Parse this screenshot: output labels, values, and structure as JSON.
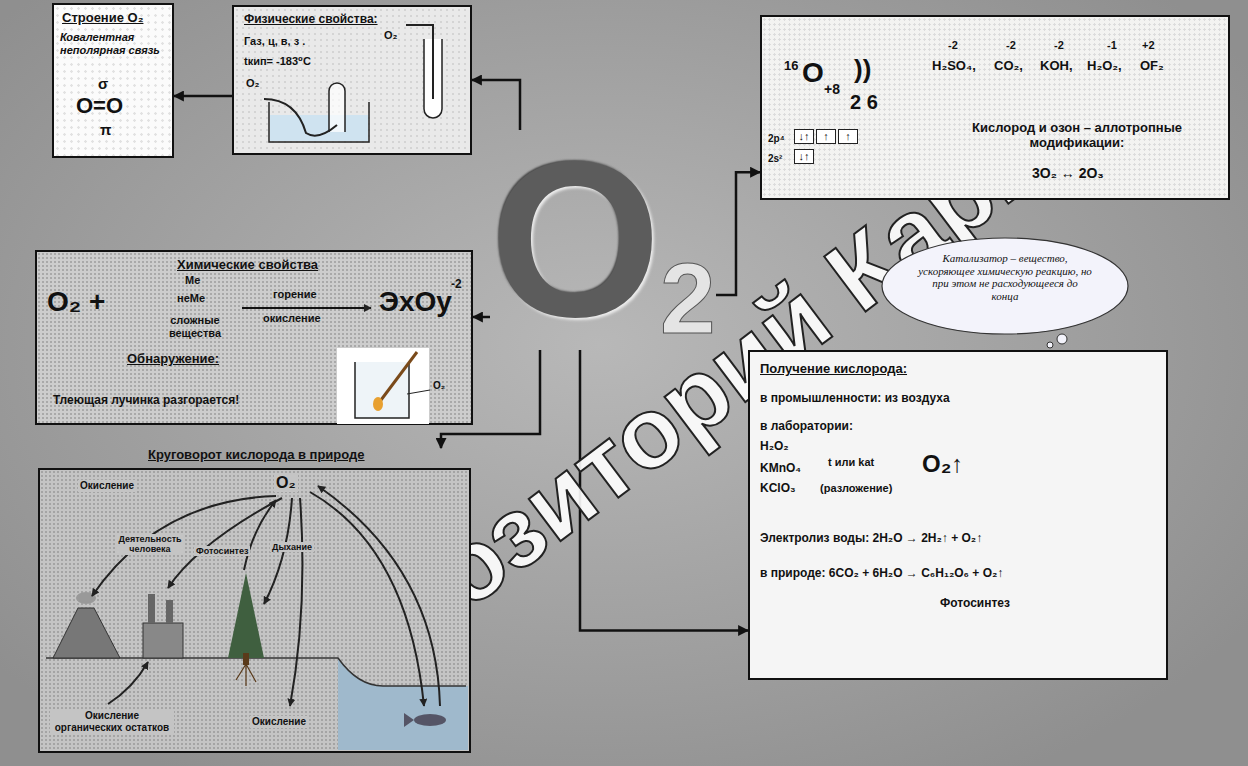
{
  "diagram": {
    "nodes": [
      {
        "text": [
          "O",
          "2"
        ]
      },
      {
        "text": [
          "Строение O₂",
          "Ковалентная неполярная связь",
          "σ",
          "O=O",
          "π"
        ]
      },
      {
        "text": [
          "Физические свойства:",
          "Газ, ц, в, з .",
          "O₂",
          "tкип= -183⁰C",
          "O₂"
        ]
      },
      {
        "text": [
          "16",
          "O",
          "+8",
          "))",
          "2 6",
          "2p⁴",
          "↓↑",
          "↑",
          "↑",
          "2s²",
          "↓↑",
          "-2",
          "H₂SO₄,",
          "-2",
          "CO₂,",
          "-2",
          "KOH,",
          "-1",
          "H₂O₂,",
          "+2",
          "OF₂",
          "Кислород и озон – аллотропные модификации:",
          "3O₂ ↔ 2O₃"
        ]
      },
      {
        "text": [
          "Химические свойства",
          "O₂ +",
          "Me",
          "неMe",
          "сложные вещества",
          "горение",
          "окисление",
          "ЭxOy",
          "-2",
          "Обнаружение:",
          "Тлеющая лучинка разгорается!",
          "O₂"
        ]
      },
      {
        "text": [
          "Круговорот кислорода в природе",
          "Окисление",
          "Деятельность человека",
          "Фотосинтез",
          "Дыхание",
          "O₂",
          "Окисление органических остатков",
          "Окисление"
        ]
      },
      {
        "text": [
          "Катализатор – вещество, ускоряющее химическую реакцию, но при этом не расходующееся до конца"
        ]
      },
      {
        "text": [
          "Получение кислорода:",
          "в промышленности: из воздуха",
          "в лаборатории:",
          "H₂O₂",
          "KMnO₄",
          "KClO₃",
          "t или kat",
          "(разложение)",
          "O₂↑",
          "Электролиз воды: 2H₂O → 2H₂↑ + O₂↑",
          "в природе: 6CO₂ + 6H₂O → C₆H₁₂O₆ + O₂↑",
          "Фотосинтез"
        ]
      }
    ],
    "edges": [
      {
        "from": 0,
        "to": 2,
        "arrow": "to"
      },
      {
        "from": 2,
        "to": 1,
        "arrow": "to"
      },
      {
        "from": 0,
        "to": 3,
        "arrow": "to"
      },
      {
        "from": 0,
        "to": 4,
        "arrow": "to"
      },
      {
        "from": 0,
        "to": 5,
        "arrow": "to"
      },
      {
        "from": 0,
        "to": 7,
        "arrow": "to"
      }
    ],
    "labels": [
      "Репозиторий КарГУ"
    ]
  }
}
